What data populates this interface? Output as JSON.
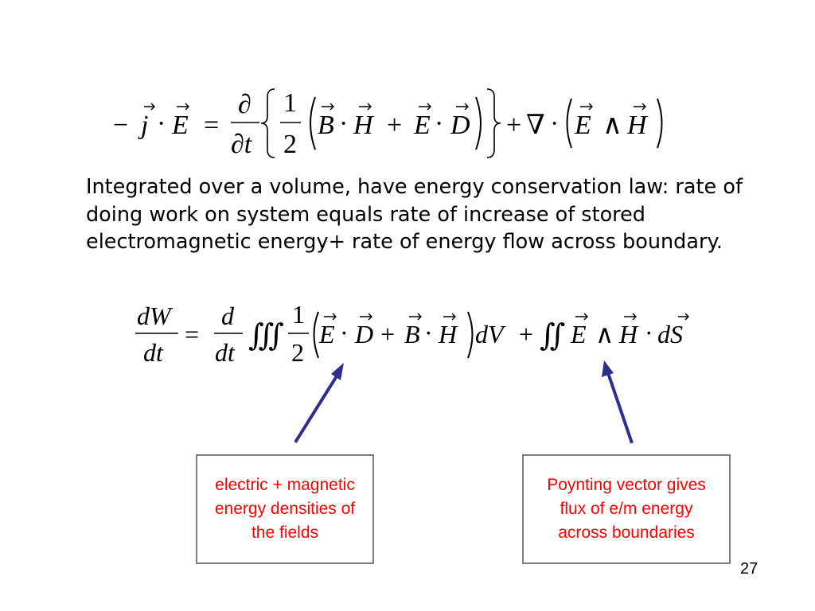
{
  "slide": {
    "equation1": {
      "lhs_minus": "−",
      "j": "j",
      "dot": "·",
      "E": "E",
      "eq": "=",
      "partial": "∂",
      "partial_t": "∂t",
      "one": "1",
      "two": "2",
      "B": "B",
      "H": "H",
      "plus": "+",
      "D": "D",
      "nabla": "∇",
      "wedge": "∧"
    },
    "paragraph": "Integrated over a volume, have energy conservation law: rate of doing work on system equals rate of increase of stored electromagnetic energy+ rate of energy flow across boundary.",
    "equation2": {
      "dW": "dW",
      "dt": "dt",
      "eq": "=",
      "d": "d",
      "triple_integral": "∭",
      "double_integral": "∬",
      "one": "1",
      "two": "2",
      "E": "E",
      "D": "D",
      "B": "B",
      "H": "H",
      "plus": "+",
      "dot": "·",
      "dV": "dV",
      "wedge": "∧",
      "dS": "dS"
    },
    "box_left": "electric + magnetic energy densities of the fields",
    "box_right": "Poynting vector gives flux of e/m energy across boundaries",
    "page_number": "27",
    "colors": {
      "arrow": "#2e2e8f",
      "box_text": "#ff0000",
      "box_border": "#7f7f7f"
    }
  }
}
